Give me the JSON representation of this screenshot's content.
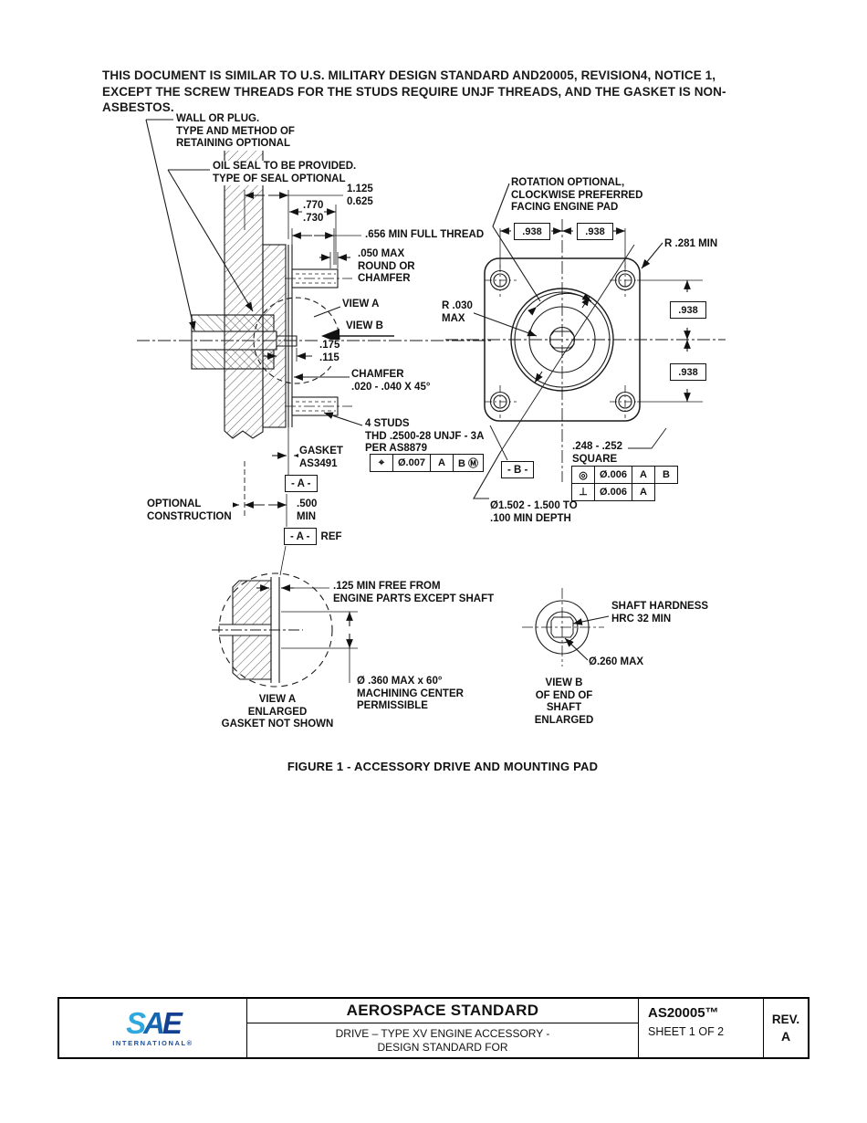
{
  "page": {
    "header_note": "THIS DOCUMENT IS SIMILAR TO U.S. MILITARY DESIGN STANDARD AND20005,  REVISION4, NOTICE 1,\nEXCEPT THE SCREW THREADS FOR THE STUDS REQUIRE UNJF THREADS, AND THE GASKET IS NON-\nASBESTOS.",
    "figure_caption": "FIGURE 1 - ACCESSORY DRIVE AND MOUNTING PAD"
  },
  "drawing": {
    "callouts": {
      "wall_plug": "WALL OR PLUG.\nTYPE AND METHOD OF\nRETAINING OPTIONAL",
      "oil_seal": "OIL SEAL TO BE PROVIDED.\nTYPE OF SEAL OPTIONAL",
      "dim_1125": "1.125\n0.625",
      "dim_770": ".770\n.730",
      "full_thread": ".656 MIN FULL THREAD",
      "round_chamfer": ".050 MAX\nROUND OR\nCHAMFER",
      "view_a": "VIEW A",
      "view_b": "VIEW B",
      "dim_175": ".175\n.115",
      "chamfer": "CHAMFER\n.020 - .040 X 45°",
      "studs": "4 STUDS\nTHD .2500-28 UNJF - 3A\nPER  AS8879",
      "gasket": "GASKET\nAS3491",
      "datum_a": "- A -",
      "datum_a_ref": "- A -",
      "ref": "REF",
      "optional_construction": "OPTIONAL\nCONSTRUCTION",
      "dim_500": ".500\nMIN",
      "free_125": ".125 MIN FREE FROM\nENGINE PARTS EXCEPT SHAFT",
      "machining_center": "Ø .360 MAX  x  60°\nMACHINING CENTER\nPERMISSIBLE",
      "view_a_enlarged": "VIEW A\nENLARGED\nGASKET NOT SHOWN",
      "rotation": "ROTATION OPTIONAL,\nCLOCKWISE PREFERRED\nFACING ENGINE PAD",
      "r281": "R .281 MIN",
      "r030": "R .030\nMAX",
      "square_248": ".248 - .252\nSQUARE",
      "datum_b": "- B -",
      "bore": "Ø1.502 - 1.500 TO\n.100 MIN DEPTH",
      "shaft_hardness": "SHAFT HARDNESS\nHRC 32 MIN",
      "d260": "Ø.260 MAX",
      "view_b_enlarged": "VIEW B\nOF END OF\nSHAFT\nENLARGED"
    },
    "dims": {
      "d938": ".938"
    },
    "fcf": {
      "studs": [
        "⌖",
        "Ø.007",
        "A",
        "B Ⓜ"
      ],
      "square_row1": [
        "◎",
        "Ø.006",
        "A",
        "B"
      ],
      "square_row2": [
        "⊥",
        "Ø.006",
        "A"
      ]
    }
  },
  "title_block": {
    "doc_type": "AEROSPACE STANDARD",
    "title_line1": "DRIVE – TYPE XV ENGINE ACCESSORY -",
    "title_line2": "DESIGN STANDARD FOR",
    "doc_number": "AS20005™",
    "sheet": "SHEET 1 OF 2",
    "rev_label": "REV.",
    "rev_value": "A",
    "logo_letters": [
      "S",
      "A",
      "E"
    ],
    "logo_sub": "INTERNATIONAL®",
    "brand_light_blue": "#2ea8dd",
    "brand_mid_blue": "#1565b0",
    "brand_dark_blue": "#123f8f"
  }
}
